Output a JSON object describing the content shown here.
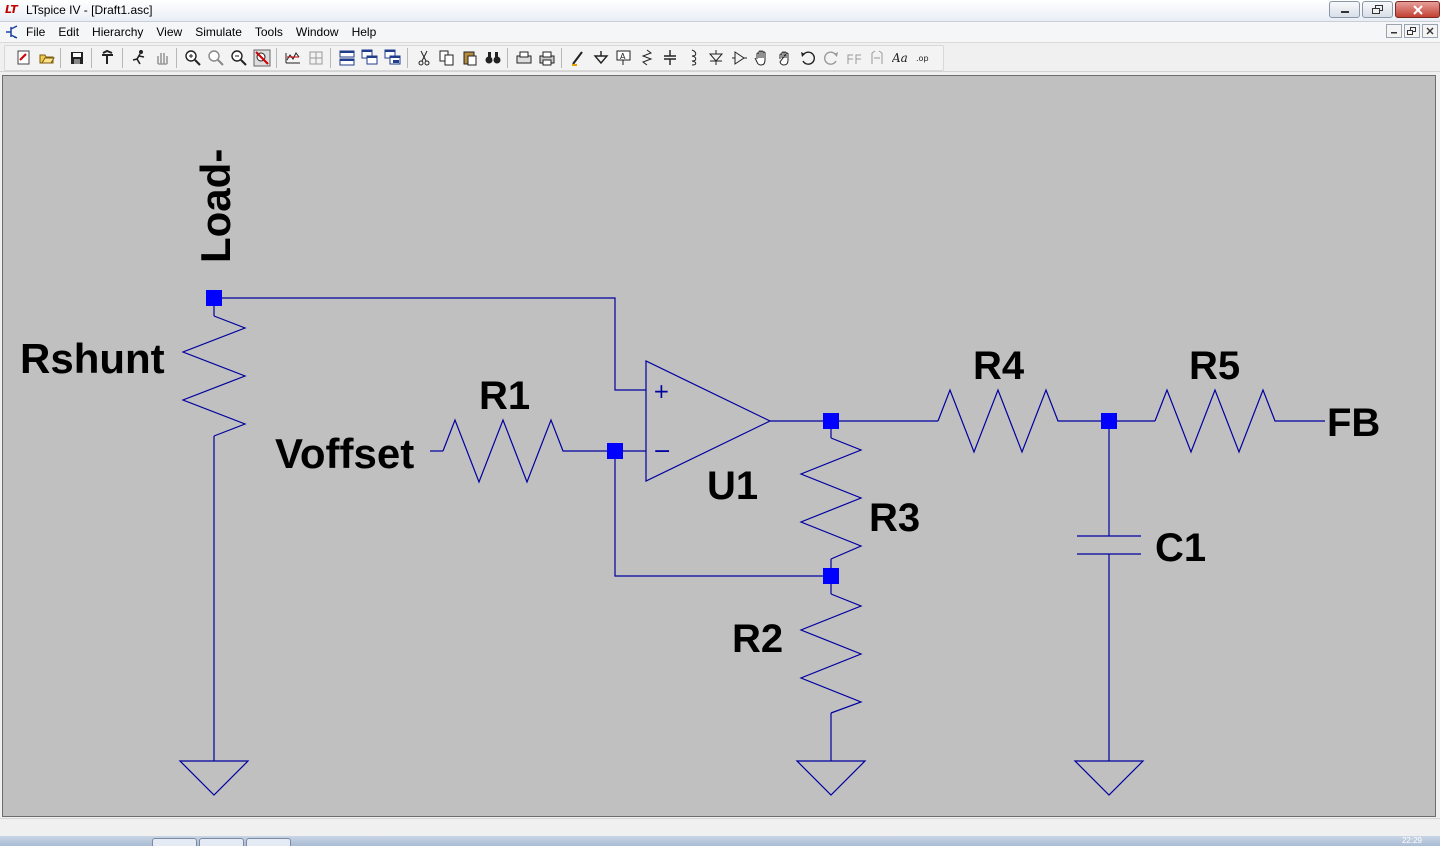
{
  "window": {
    "title": "LTspice IV - [Draft1.asc]",
    "logo_text": "LT"
  },
  "menu": {
    "items": [
      {
        "label": "File"
      },
      {
        "label": "Edit"
      },
      {
        "label": "Hierarchy"
      },
      {
        "label": "View"
      },
      {
        "label": "Simulate"
      },
      {
        "label": "Tools"
      },
      {
        "label": "Window"
      },
      {
        "label": "Help"
      }
    ]
  },
  "toolbar": {
    "buttons": [
      "new-schematic-icon",
      "open-icon",
      "save-icon",
      "control-panel-icon",
      "run-icon",
      "halt-icon",
      "zoom-in-icon",
      "zoom-pan-icon",
      "zoom-out-icon",
      "zoom-fit-icon",
      "autorange-icon",
      "grid-icon",
      "tile-horizontal-icon",
      "cascade-icon",
      "tile-vertical-icon",
      "cut-icon",
      "copy-icon",
      "paste-icon",
      "find-icon",
      "print-setup-icon",
      "print-icon",
      "wire-icon",
      "ground-icon",
      "label-net-icon",
      "resistor-icon",
      "capacitor-icon",
      "inductor-icon",
      "diode-icon",
      "component-icon",
      "move-icon",
      "drag-icon",
      "undo-icon",
      "redo-icon",
      "rotate-icon",
      "mirror-icon",
      "text-icon",
      "spice-directive-icon"
    ],
    "text_icon_label": "Aa",
    "op_icon_label": ".op"
  },
  "schematic": {
    "labels": {
      "load_net": "Load-",
      "rshunt": "Rshunt",
      "voffset": "Voffset",
      "r1": "R1",
      "u1": "U1",
      "r2": "R2",
      "r3": "R3",
      "r4": "R4",
      "r5": "R5",
      "c1": "C1",
      "fb": "FB"
    },
    "opamp_plus": "+",
    "opamp_minus": "−",
    "colors": {
      "background": "#c0c0c0",
      "wire": "#0000a0",
      "junction": "#0000ff",
      "text": "#000000"
    }
  },
  "taskbar": {
    "clock": "22:29"
  }
}
